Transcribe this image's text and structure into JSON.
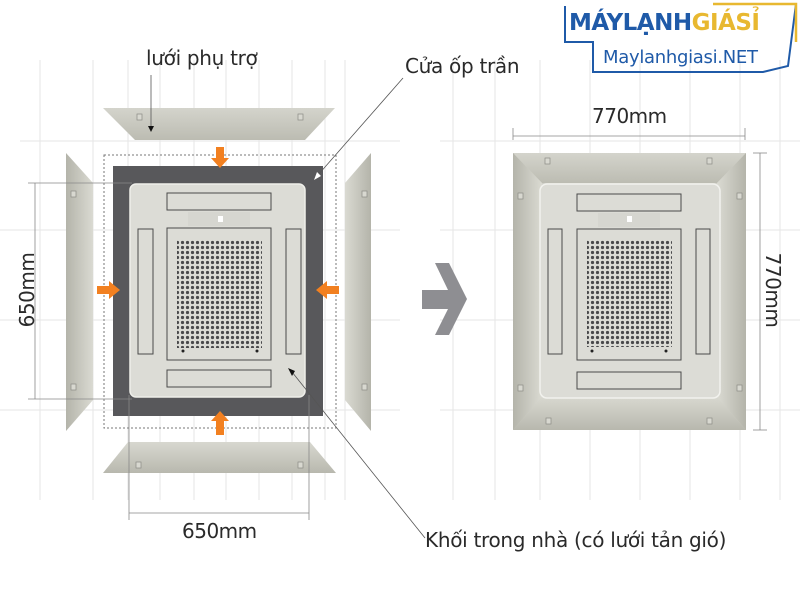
{
  "logo": {
    "part1": "MÁYLẠNH",
    "part2": "GIÁSỈ",
    "subtitle": "Maylanhgiasi.NET",
    "colors": {
      "blue": "#1f5aa8",
      "gold": "#e8b830"
    }
  },
  "labels": {
    "grille": "lưới phụ trợ",
    "ceiling_panel": "Cửa ốp trần",
    "indoor_unit": "Khối trong nhà (có lưới tản gió)"
  },
  "dimensions": {
    "left_width": "650mm",
    "left_height": "650mm",
    "right_width": "770mm",
    "right_height": "770mm"
  },
  "colors": {
    "arrow_orange": "#f28020",
    "big_arrow_gray": "#8e8e92",
    "dark_frame": "#58585b",
    "panel_light": "#dcdcd6",
    "grid_line": "#e4e4e4"
  }
}
